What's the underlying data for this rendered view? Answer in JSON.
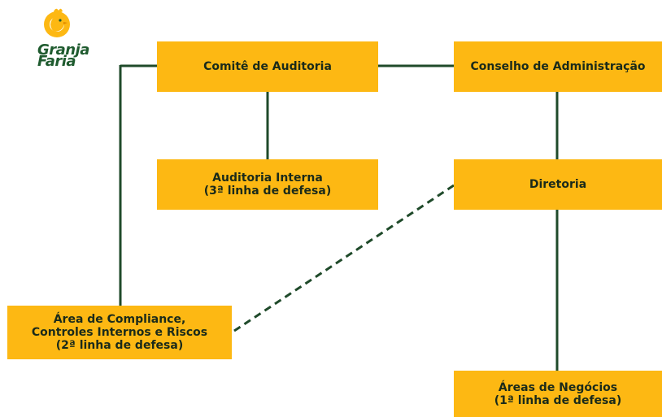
{
  "logo": {
    "line1": "Granja",
    "line2": "Faria",
    "brand_yellow": "#fdb813",
    "brand_green": "#1f5b2f"
  },
  "boxes": {
    "audit_committee": {
      "line1": "Comitê de Auditoria"
    },
    "board": {
      "line1": "Conselho de Administração"
    },
    "internal_audit": {
      "line1": "Auditoria Interna",
      "line2": "(3ª linha de defesa)"
    },
    "directorate": {
      "line1": "Diretoria"
    },
    "compliance": {
      "line1": "Área de Compliance,",
      "line2": "Controles Internos e Riscos",
      "line3": "(2ª linha de defesa)"
    },
    "business_areas": {
      "line1": "Áreas de Negócios",
      "line2": "(1ª linha de defesa)"
    }
  },
  "colors": {
    "box_fill": "#fdb813",
    "connector": "#1f4a2a",
    "text": "#1a2a1a"
  }
}
